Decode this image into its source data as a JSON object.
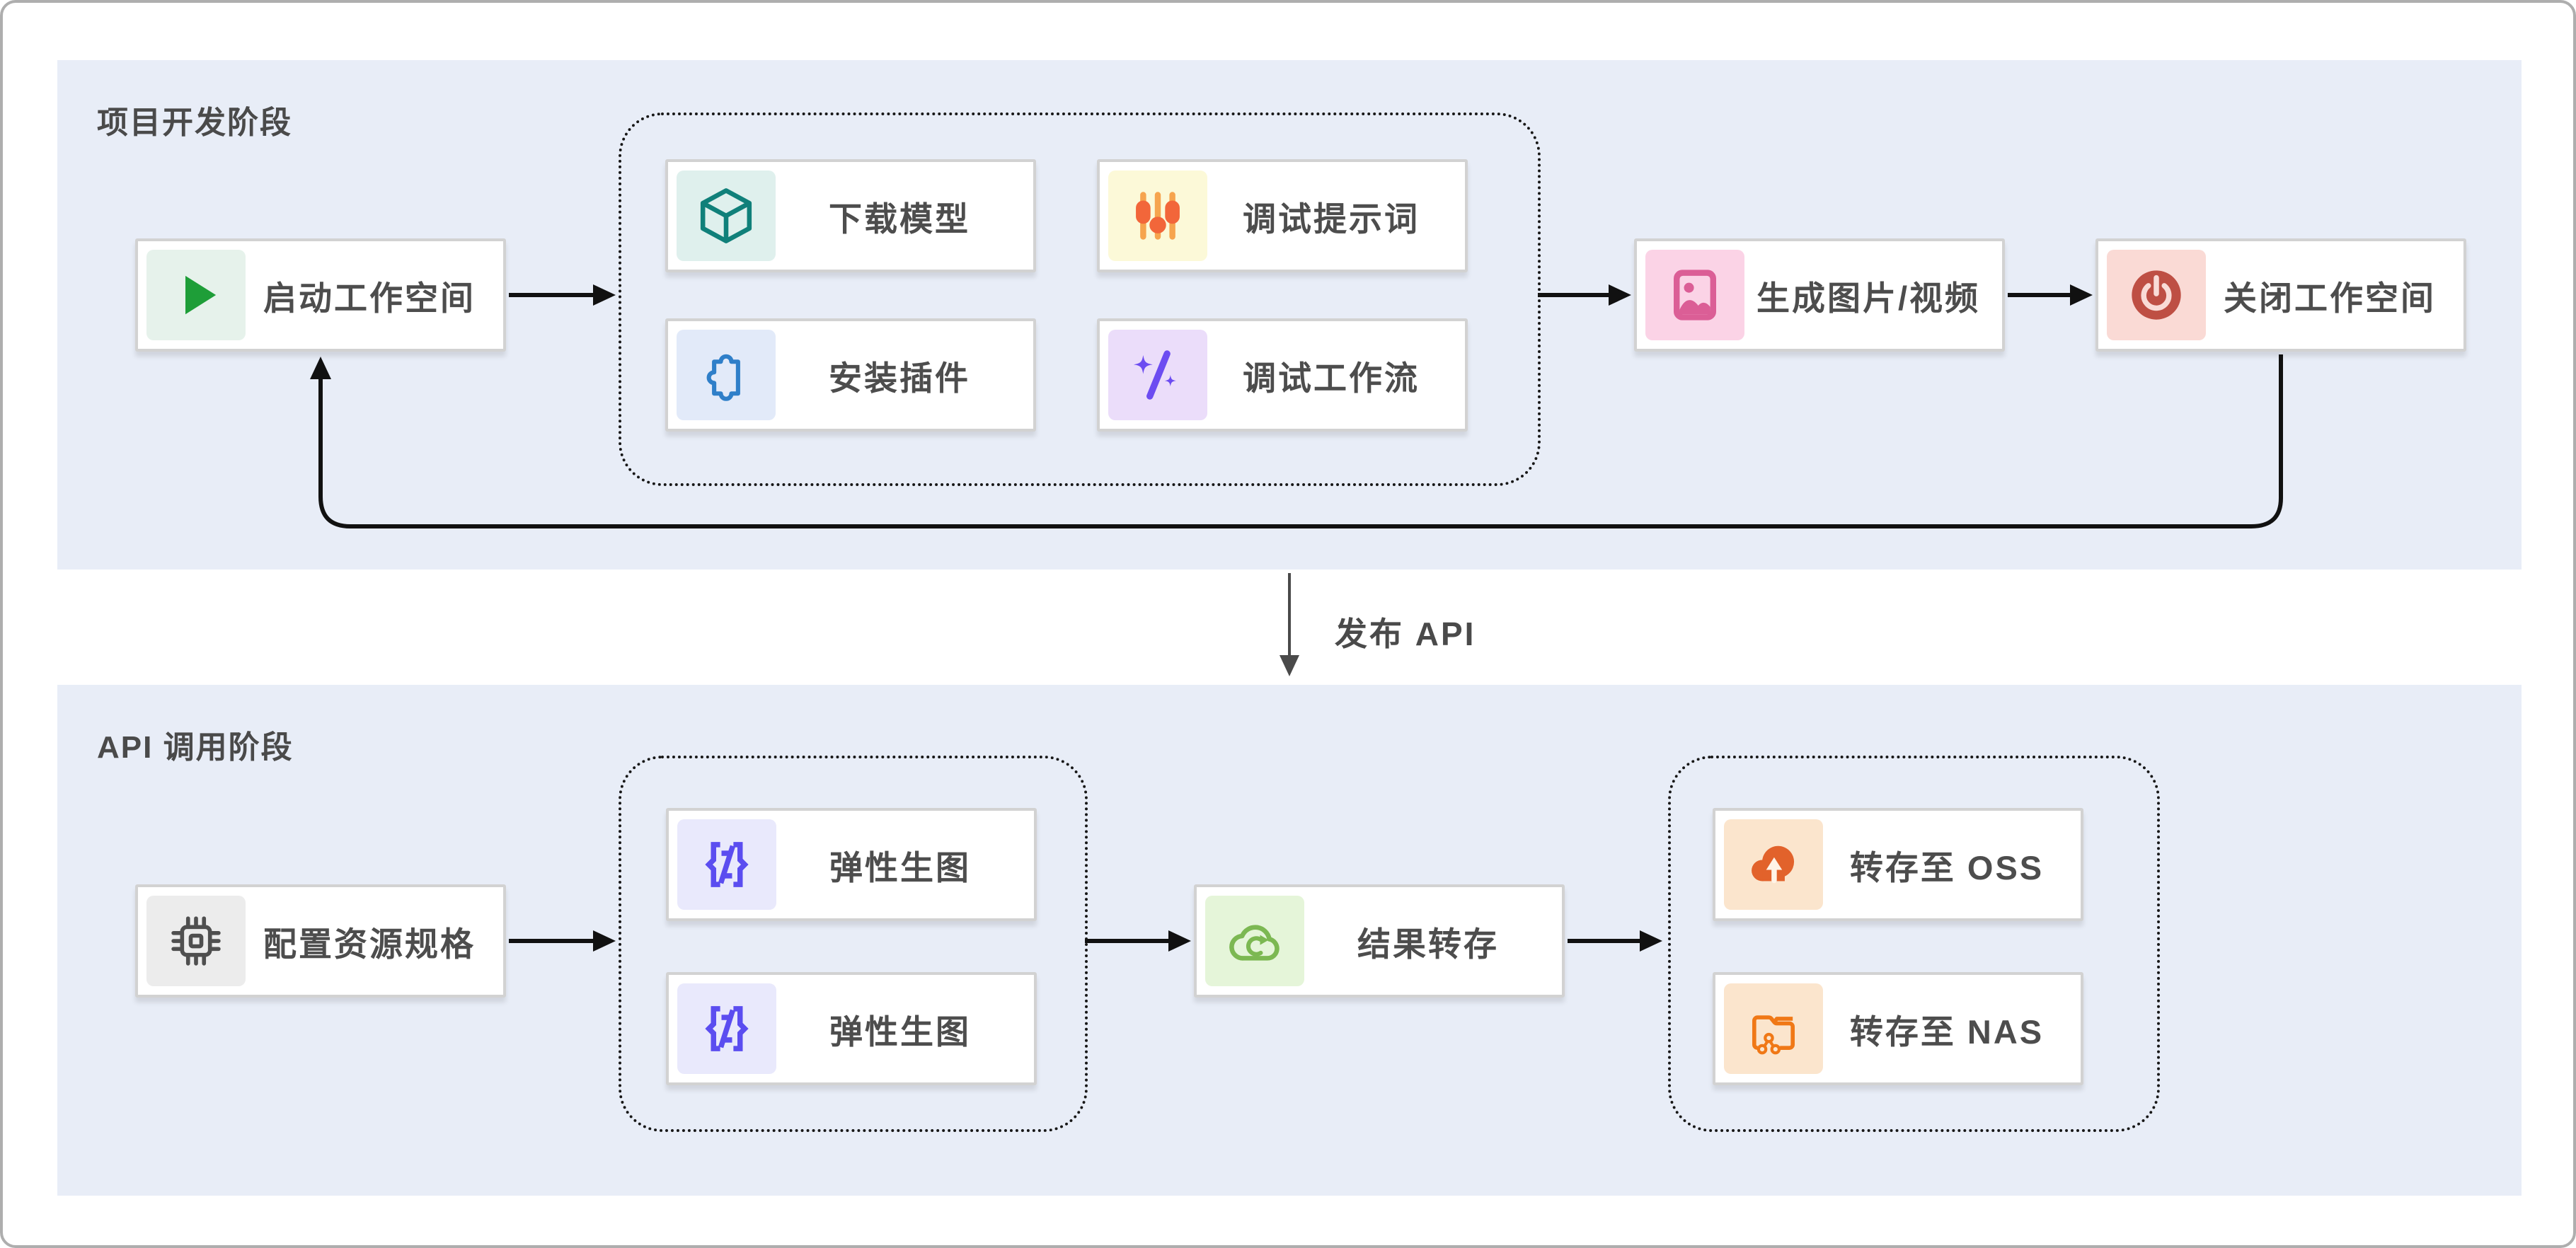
{
  "page": {
    "publish_label": "发布 API"
  },
  "phases": [
    {
      "title": "项目开发阶段"
    },
    {
      "title": "API 调用阶段"
    }
  ],
  "nodes": {
    "start_workspace": {
      "label": "启动工作空间",
      "icon": "play-icon",
      "tile_color": "#E6F2EB",
      "icon_color": "#1E9E38"
    },
    "download_model": {
      "label": "下载模型",
      "icon": "cube-icon",
      "tile_color": "#DFF0ED",
      "icon_color": "#10807A"
    },
    "debug_prompt": {
      "label": "调试提示词",
      "icon": "sliders-icon",
      "tile_color": "#FCF9D8",
      "icon_color": "#F2663A"
    },
    "install_plugin": {
      "label": "安装插件",
      "icon": "puzzle-icon",
      "tile_color": "#E2EAF9",
      "icon_color": "#2F7FC9"
    },
    "debug_workflow": {
      "label": "调试工作流",
      "icon": "wand-sparkles-icon",
      "tile_color": "#EBDDFA",
      "icon_color": "#6C4CF1"
    },
    "generate_media": {
      "label": "生成图片/视频",
      "icon": "image-icon",
      "tile_color": "#FBD3E6",
      "icon_color": "#DB5E96"
    },
    "close_workspace": {
      "label": "关闭工作空间",
      "icon": "power-icon",
      "tile_color": "#FADAD5",
      "icon_color": "#BE4F44"
    },
    "config_resource": {
      "label": "配置资源规格",
      "icon": "chip-icon",
      "tile_color": "#ECECEC",
      "icon_color": "#4F4F4F"
    },
    "elastic_gen_1": {
      "label": "弹性生图",
      "icon": "function-braces-icon",
      "tile_color": "#E9E9FC",
      "icon_color": "#5B4DF0"
    },
    "elastic_gen_2": {
      "label": "弹性生图",
      "icon": "function-braces-icon",
      "tile_color": "#E9E9FC",
      "icon_color": "#5B4DF0"
    },
    "result_transfer": {
      "label": "结果转存",
      "icon": "cloud-sync-icon",
      "tile_color": "#E5F5D9",
      "icon_color": "#7CB852"
    },
    "to_oss": {
      "label": "转存至 OSS",
      "icon": "cloud-upload-icon",
      "tile_color": "#FBE5CD",
      "icon_color": "#E2622B"
    },
    "to_nas": {
      "label": "转存至 NAS",
      "icon": "folder-share-icon",
      "tile_color": "#FBE5CD",
      "icon_color": "#F07816"
    }
  },
  "colors": {
    "panel_background": "#E8EDF7",
    "page_background": "#FFFFFF",
    "frame_border": "#AEAEAE",
    "node_border": "#D2D2D2",
    "label_text": "#4D4D4D",
    "title_text": "#4A4A4A",
    "flow_arrow": "#111111",
    "publish_arrow": "#4A4A4A",
    "dotted_container_border": "#171717"
  }
}
